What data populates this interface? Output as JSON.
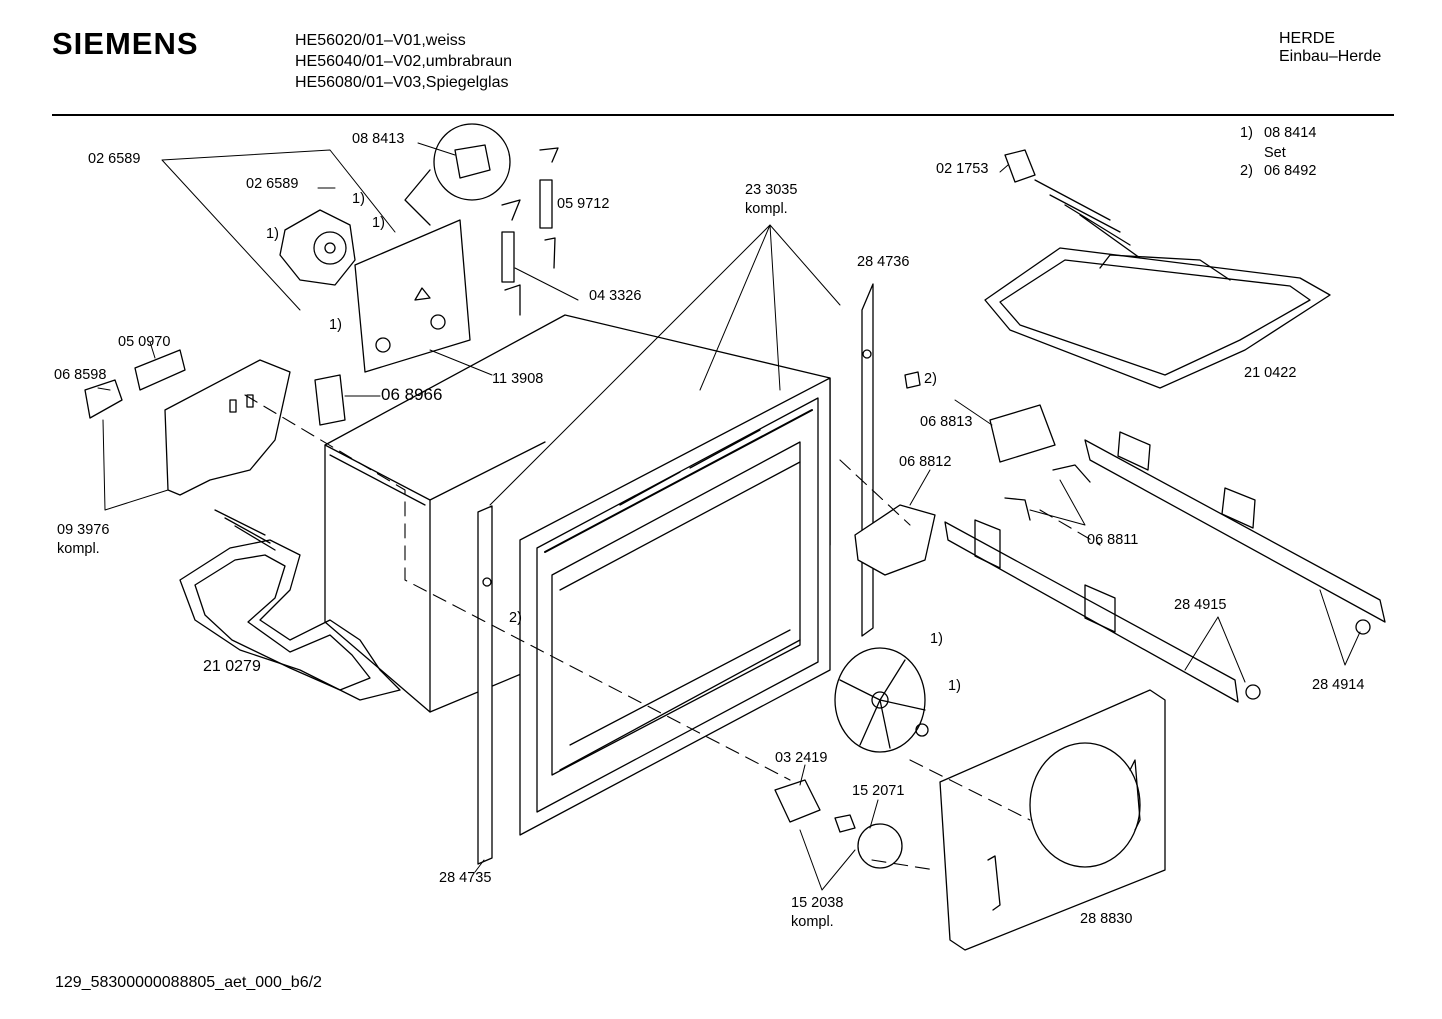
{
  "header": {
    "brand": "SIEMENS",
    "models": [
      "HE56020/01–V01,weiss",
      "HE56040/01–V02,umbrabraun",
      "HE56080/01–V03,Spiegelglas"
    ],
    "category": [
      "HERDE",
      "Einbau–Herde"
    ]
  },
  "legend": {
    "set_num": "1)",
    "set_part": "08 8414",
    "set_word": "Set",
    "alt_num": "2)",
    "alt_part": "06 8492"
  },
  "labels": {
    "p026589a": "02 6589",
    "p026589b": "02 6589",
    "p088413": "08 8413",
    "p059712": "05 9712",
    "p043326": "04 3326",
    "p113908": "11 3908",
    "p050970": "05 0970",
    "p068598": "06 8598",
    "p068966": "06 8966",
    "p093976": "09 3976",
    "p093976k": "kompl.",
    "p210279": "21 0279",
    "p233035": "23 3035",
    "p233035k": "kompl.",
    "p284736": "28 4736",
    "p021753": "02 1753",
    "p210422": "21 0422",
    "p068813": "06 8813",
    "p068812": "06 8812",
    "p068811": "06 8811",
    "p284915": "28 4915",
    "p284914": "28 4914",
    "p032419": "03 2419",
    "p152071": "15 2071",
    "p152038": "15 2038",
    "p152038k": "kompl.",
    "p284735": "28 4735",
    "p288830": "28 8830"
  },
  "callouts": {
    "c1a": "1)",
    "c1b": "1)",
    "c1c": "1)",
    "c1d": "1)",
    "c2a": "2)",
    "c2b": "2)",
    "c1e": "1)",
    "c1f": "1)"
  },
  "footer": "129_58300000088805_aet_000_b6/2"
}
